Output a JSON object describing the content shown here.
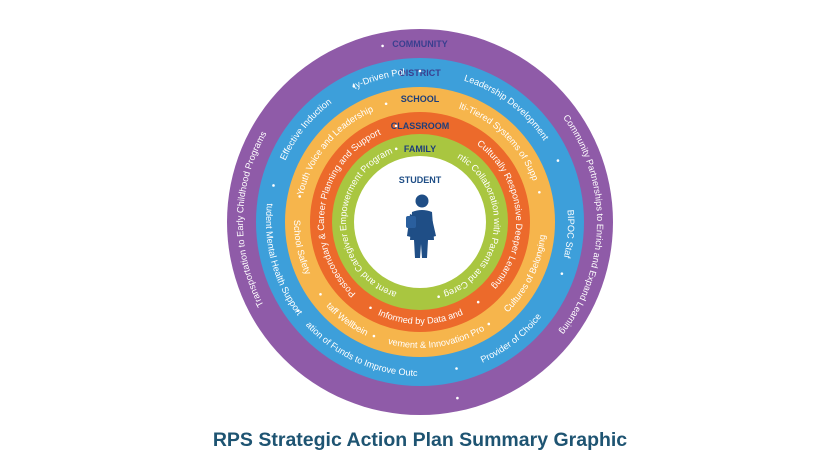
{
  "title": "RPS Strategic Action Plan Summary Graphic",
  "colors": {
    "community": "#8f5ba8",
    "district": "#3d9fda",
    "school": "#f6b54c",
    "classroom": "#ec6a2b",
    "family": "#a9c640",
    "student_bg": "#ffffff",
    "caption": "#1e5472",
    "student_figure": "#1f4e86"
  },
  "center": {
    "label": "STUDENT",
    "icon": "student-figure-icon"
  },
  "rings": [
    {
      "key": "community",
      "label": "COMMUNITY",
      "label_color": "#3a3f8f",
      "items": [
        "Community Partnerships to Enrich and Expand Learning",
        "Transportation to Early Childhood Programs"
      ]
    },
    {
      "key": "district",
      "label": "DISTRICT",
      "label_color": "#3a3f8f",
      "items": [
        "Leadership Development",
        "BIPOC Staff",
        "Provider of Choice",
        "Allocation of Funds to Improve Outcomes",
        "Student Mental Health Supports",
        "Effective Induction",
        "Equity-Driven Policies"
      ]
    },
    {
      "key": "school",
      "label": "SCHOOL",
      "label_color": "#1f3f7a",
      "items": [
        "Multi-Tiered Systems of Support",
        "Cultures of Belonging",
        "Improvement & Innovation Process",
        "Staff Wellbeing",
        "School Safety",
        "Youth Voice and Leadership"
      ]
    },
    {
      "key": "classroom",
      "label": "CLASSROOM",
      "label_color": "#1f3f7a",
      "items": [
        "Culturally Responsive Deeper Learning",
        "Practice Informed by Data and Research",
        "Postsecondary & Career Planning and Support"
      ]
    },
    {
      "key": "family",
      "label": "FAMILY",
      "label_color": "#1f3f7a",
      "items": [
        "Authentic Collaboration with Parents and Caregivers",
        "Parent and Caregiver Empowerment Program"
      ]
    }
  ]
}
